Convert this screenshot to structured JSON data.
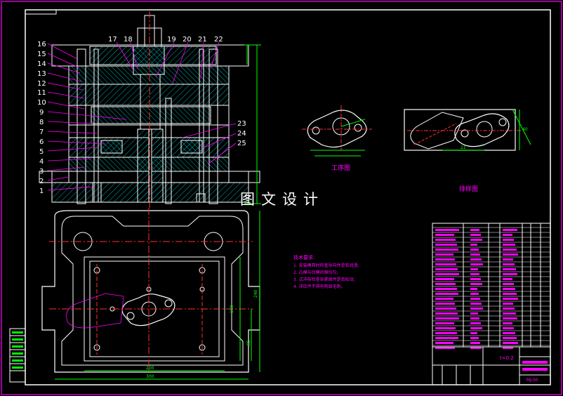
{
  "drawing": {
    "watermark": "图文设计",
    "section_view_title": "工序图",
    "strip_layout_title": "排样图",
    "part_numbers": [
      "1",
      "2",
      "3",
      "4",
      "5",
      "6",
      "7",
      "8",
      "9",
      "10",
      "11",
      "12",
      "13",
      "14",
      "15",
      "16",
      "17",
      "18",
      "19",
      "20",
      "21",
      "22",
      "23",
      "24",
      "25"
    ],
    "technical_requirements": {
      "heading": "技术要求:",
      "items": [
        "1. 安装模具时检查导向件是否润滑;",
        "2. 凸模与凹模间隙均匀;",
        "3. 试冲前检查各紧固件是否松动;",
        "4. 冲压件不得有明显毛刺。"
      ]
    },
    "title_block": {
      "thickness_label": "t=0.2",
      "drawing_no": "MJ-00"
    },
    "dimensions": {
      "plan_width": "300",
      "plan_inner_width": "200",
      "plan_height": "240",
      "plan_inner_height": "160",
      "side_right_1": "95",
      "part_width": "22",
      "strip_width": "40"
    }
  },
  "colors": {
    "background": "#000000",
    "frame": "#ff00ff",
    "outline": "#ffffff",
    "center_line": "#ff3030",
    "dimension": "#00ff00",
    "hatch": "#00c0c0",
    "leader": "#ff00ff",
    "table_fill": "#ff00ff"
  }
}
